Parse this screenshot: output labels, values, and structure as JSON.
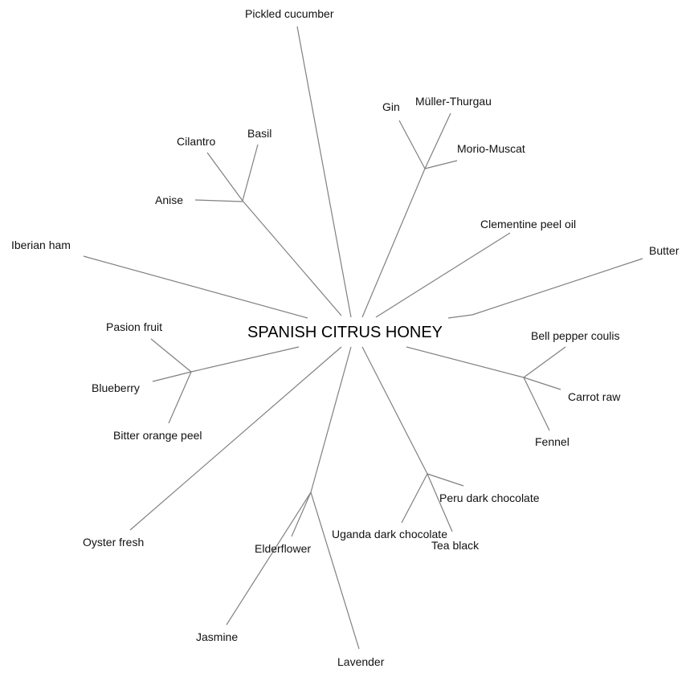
{
  "root": "SPANISH CITRUS HONEY",
  "leaves": {
    "pickled_cucumber": "Pickled cucumber",
    "gin": "Gin",
    "muller_thurgau": "Müller-Thurgau",
    "morio_muscat": "Morio-Muscat",
    "cilantro": "Cilantro",
    "basil": "Basil",
    "anise": "Anise",
    "clementine_peel_oil": "Clementine peel oil",
    "butter": "Butter",
    "iberian_ham": "Iberian ham",
    "pasion_fruit": "Pasion fruit",
    "blueberry": "Blueberry",
    "bitter_orange_peel": "Bitter orange peel",
    "bell_pepper_coulis": "Bell pepper coulis",
    "carrot_raw": "Carrot raw",
    "fennel": "Fennel",
    "peru_dark_chocolate": "Peru dark chocolate",
    "uganda_dark_chocolate": "Uganda dark chocolate",
    "tea_black": "Tea black",
    "oyster_fresh": "Oyster fresh",
    "elderflower": "Elderflower",
    "jasmine": "Jasmine",
    "lavender": "Lavender"
  }
}
